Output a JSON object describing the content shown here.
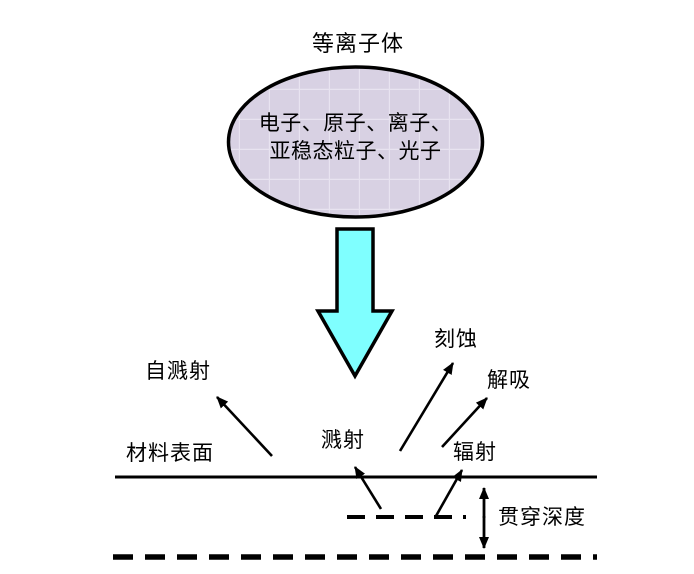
{
  "title": "等离子体",
  "ellipse": {
    "line1": "电子、原子、离子、",
    "line2": "亚稳态粒子、光子"
  },
  "labels": {
    "self_sputtering": "自溅射",
    "etching": "刻蚀",
    "desorption": "解吸",
    "sputtering": "溅射",
    "radiation": "辐射",
    "material_surface": "材料表面",
    "penetration_depth": "贯穿深度"
  },
  "colors": {
    "ellipse_fill": "#D8D1E3",
    "ellipse_grid": "#E8E3F0",
    "big_arrow_fill": "#7FFFFF",
    "line_color": "#000000",
    "background": "#FFFFFF"
  }
}
